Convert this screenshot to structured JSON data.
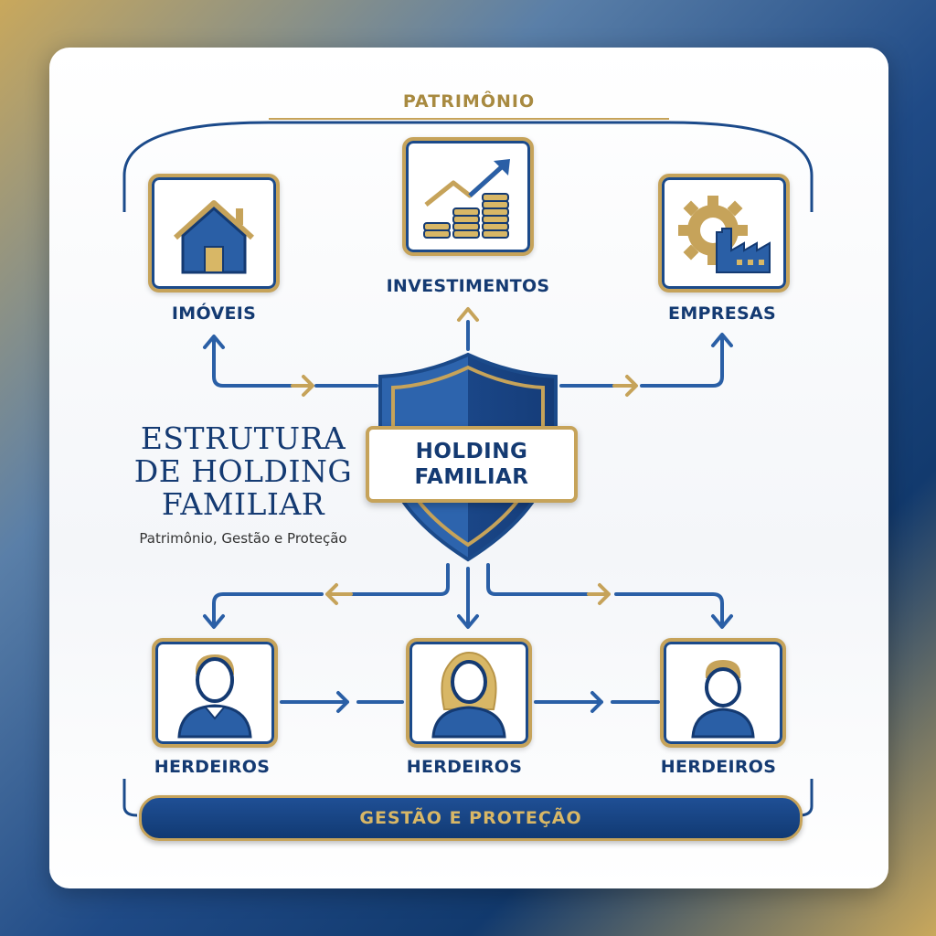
{
  "banner": {
    "top": "PATRIMÔNIO",
    "bottom": "GESTÃO E PROTEÇÃO"
  },
  "assets": [
    {
      "label": "IMÓVEIS",
      "icon": "house-icon"
    },
    {
      "label": "INVESTIMENTOS",
      "icon": "investment-growth-icon"
    },
    {
      "label": "EMPRESAS",
      "icon": "gear-factory-icon"
    }
  ],
  "center": {
    "line1": "HOLDING",
    "line2": "FAMILIAR",
    "icon": "shield-icon"
  },
  "title": {
    "lines": [
      "ESTRUTURA",
      "DE HOLDING",
      "FAMILIAR"
    ],
    "subtitle": "Patrimônio, Gestão e Proteção"
  },
  "heirs": [
    {
      "label": "HERDEIROS",
      "icon": "man-avatar-icon"
    },
    {
      "label": "HERDEIROS",
      "icon": "woman-avatar-icon"
    },
    {
      "label": "HERDEIROS",
      "icon": "child-avatar-icon"
    }
  ],
  "colors": {
    "navy": "#143a72",
    "blue": "#2a5fa6",
    "gold": "#c6a35a"
  }
}
